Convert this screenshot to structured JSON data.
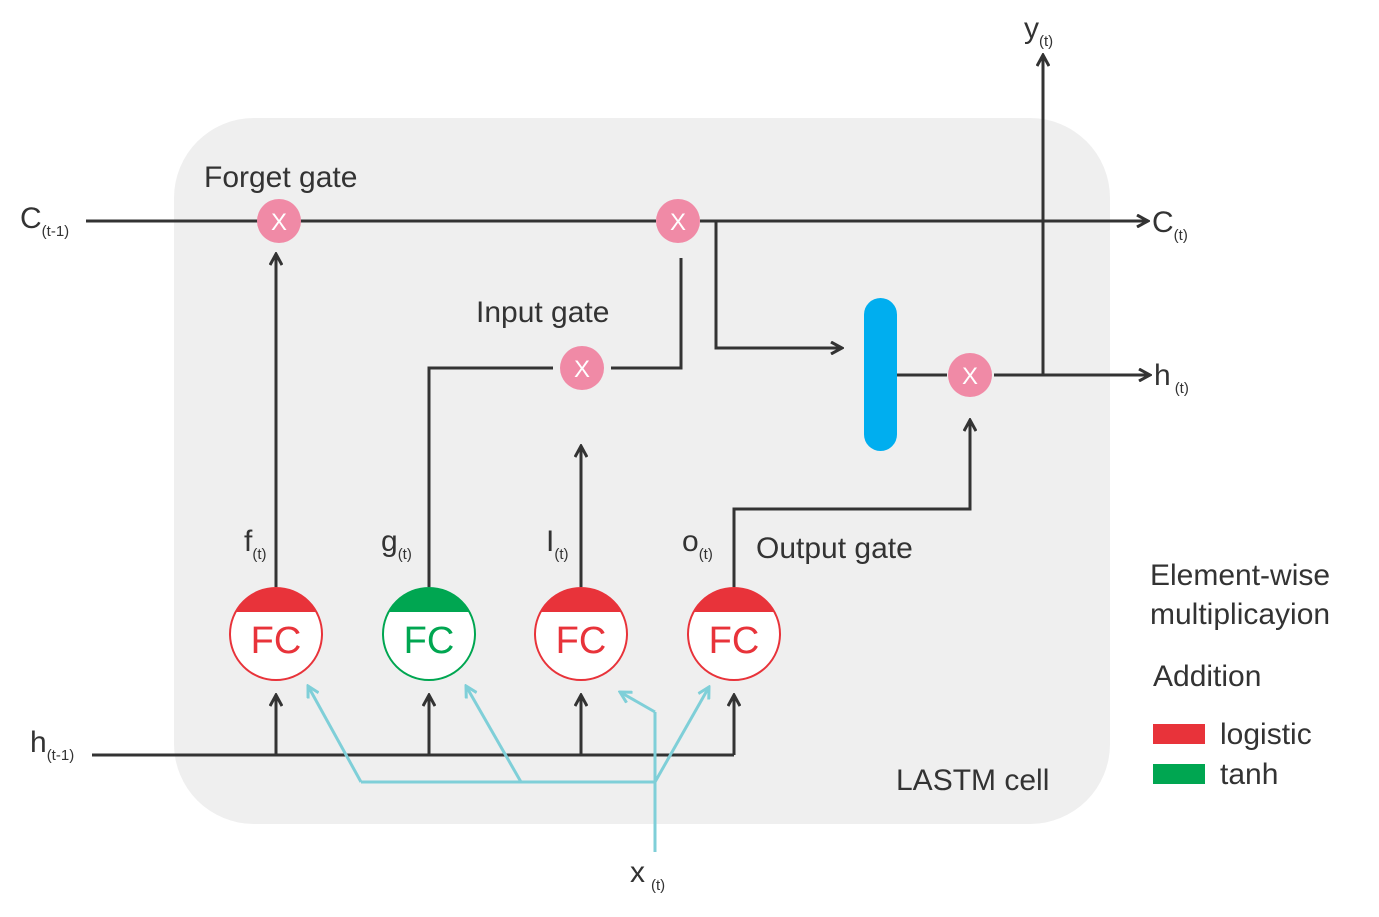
{
  "title": "LASTM cell",
  "gate_labels": {
    "forget": "Forget gate",
    "input": "Input gate",
    "output": "Output gate"
  },
  "io_labels": {
    "c_prev": {
      "main": "C",
      "sub": "(t-1)"
    },
    "h_prev": {
      "main": "h",
      "sub": "(t-1)"
    },
    "x_t": {
      "main": "x",
      "sub": "(t)"
    },
    "y_t": {
      "main": "y",
      "sub": "(t)"
    },
    "c_t": {
      "main": "C",
      "sub": "(t)"
    },
    "h_t": {
      "main": "h",
      "sub": "(t)"
    }
  },
  "gate_signals": {
    "f": {
      "main": "f",
      "sub": "(t)"
    },
    "g": {
      "main": "g",
      "sub": "(t)"
    },
    "i": {
      "main": "I",
      "sub": "(t)"
    },
    "o": {
      "main": "o",
      "sub": "(t)"
    }
  },
  "fc_label": "FC",
  "multiply_symbol": "X",
  "legend": {
    "multiplication": "Element-wise\nmultiplicayion",
    "multiplication_line1": "Element-wise",
    "multiplication_line2": "multiplicayion",
    "addition": "Addition",
    "logistic": "logistic",
    "tanh": "tanh"
  },
  "colors": {
    "logistic": "#e8333a",
    "tanh": "#00a651",
    "multiply": "#f08aa6",
    "addition": "#00aeef",
    "cell_background": "#efefef",
    "arrow_dark": "#333333",
    "arrow_input": "#7fcfd8"
  }
}
